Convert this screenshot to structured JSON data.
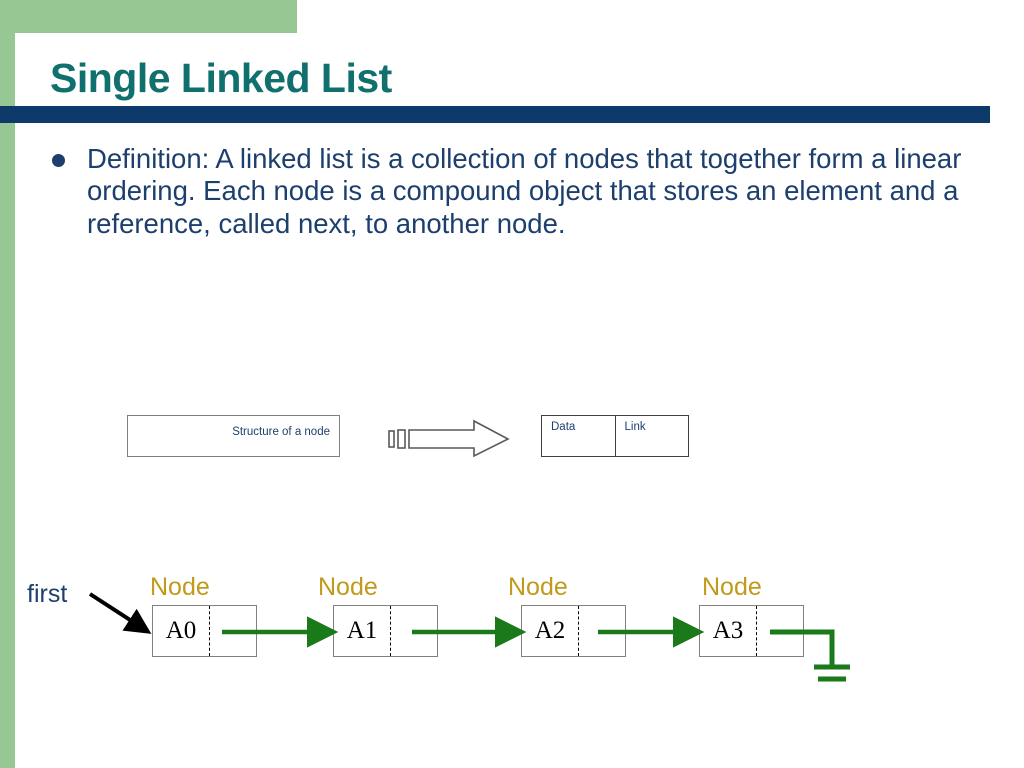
{
  "slide": {
    "title": "Single Linked  List",
    "theme": {
      "accent_green": "#97c893",
      "title_teal": "#10706e",
      "rule_navy": "#0d3a6b",
      "body_navy": "#1c3f6e",
      "node_label_gold": "#c19a1c",
      "link_green": "#1a7a1a",
      "box_gray": "#808080"
    }
  },
  "body": {
    "bullet": "Definition: A linked list is  a collection of nodes that together form a linear ordering. Each node is a compound object that stores an element and a reference, called next, to another node."
  },
  "structure_diagram": {
    "source_box_label": "Structure of a node",
    "arrow_icon": "block-arrow-right-icon",
    "node_fields": [
      {
        "label": "Data"
      },
      {
        "label": "Link"
      }
    ]
  },
  "linked_list": {
    "head_pointer_label": "first",
    "node_caption": "Node",
    "nodes": [
      {
        "value": "A0",
        "caption": "Node"
      },
      {
        "value": "A1",
        "caption": "Node"
      },
      {
        "value": "A2",
        "caption": "Node"
      },
      {
        "value": "A3",
        "caption": "Node"
      }
    ],
    "terminator": "ground-symbol-icon"
  }
}
